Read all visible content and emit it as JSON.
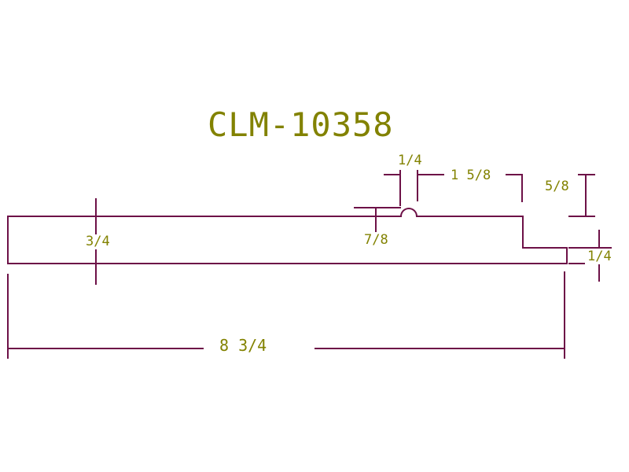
{
  "title": "CLM-10358",
  "colors": {
    "line": "#6d1147",
    "text": "#828200",
    "background": "#ffffff"
  },
  "dimensions": {
    "bead_width": "1/4",
    "bead_to_step": "1 5/8",
    "step_depth": "5/8",
    "bead_height": "7/8",
    "left_thickness": "3/4",
    "lip_thickness": "1/4",
    "overall_width": "8 3/4"
  }
}
